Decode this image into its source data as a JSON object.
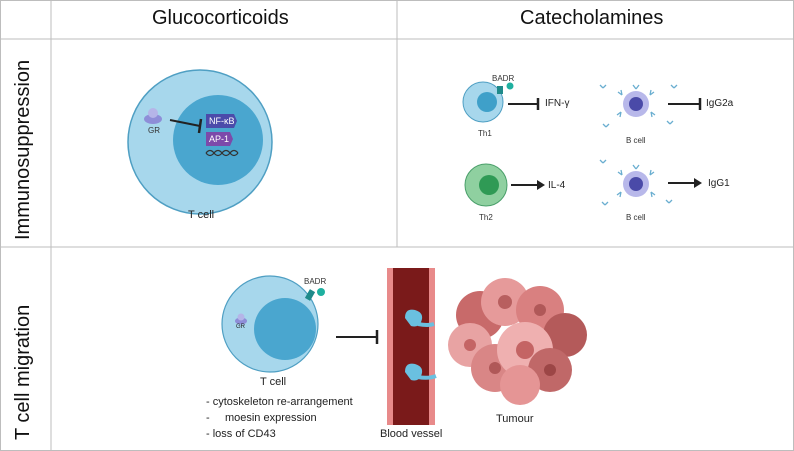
{
  "columns": {
    "glucocorticoids": "Glucocorticoids",
    "catecholamines": "Catecholamines"
  },
  "rows": {
    "immunosuppression": "Immunosuppression",
    "migration": "T cell migration"
  },
  "gluco_panel": {
    "receptor": "GR",
    "nfkb": "NF-κB",
    "ap1": "AP-1",
    "cell": "T cell"
  },
  "cat_panel": {
    "badr": "BADR",
    "th1": "Th1",
    "ifn": "IFN-γ",
    "th2": "Th2",
    "il4": "IL-4",
    "bcell_top": "B cell",
    "igg2a": "IgG2a",
    "bcell_bottom": "B cell",
    "igg1": "IgG1"
  },
  "migration_panel": {
    "badr": "BADR",
    "receptor": "GR",
    "cell": "T cell",
    "effects": [
      "- cytoskeleton re-arrangement",
      "-     moesin expression",
      "- loss of CD43"
    ],
    "vessel": "Blood vessel",
    "tumour": "Tumour"
  },
  "colors": {
    "cell_outer": "#9fd3ea",
    "nucleus": "#3fa0c9",
    "th2_outer": "#8fd0a0",
    "th2_nucleus": "#3aa060",
    "nfkb": "#4a4aa8",
    "ap1": "#7a4aa8",
    "badr": "#1f8a8a",
    "vessel": "#7a1a1a",
    "tumour": "#e8a0a0"
  }
}
